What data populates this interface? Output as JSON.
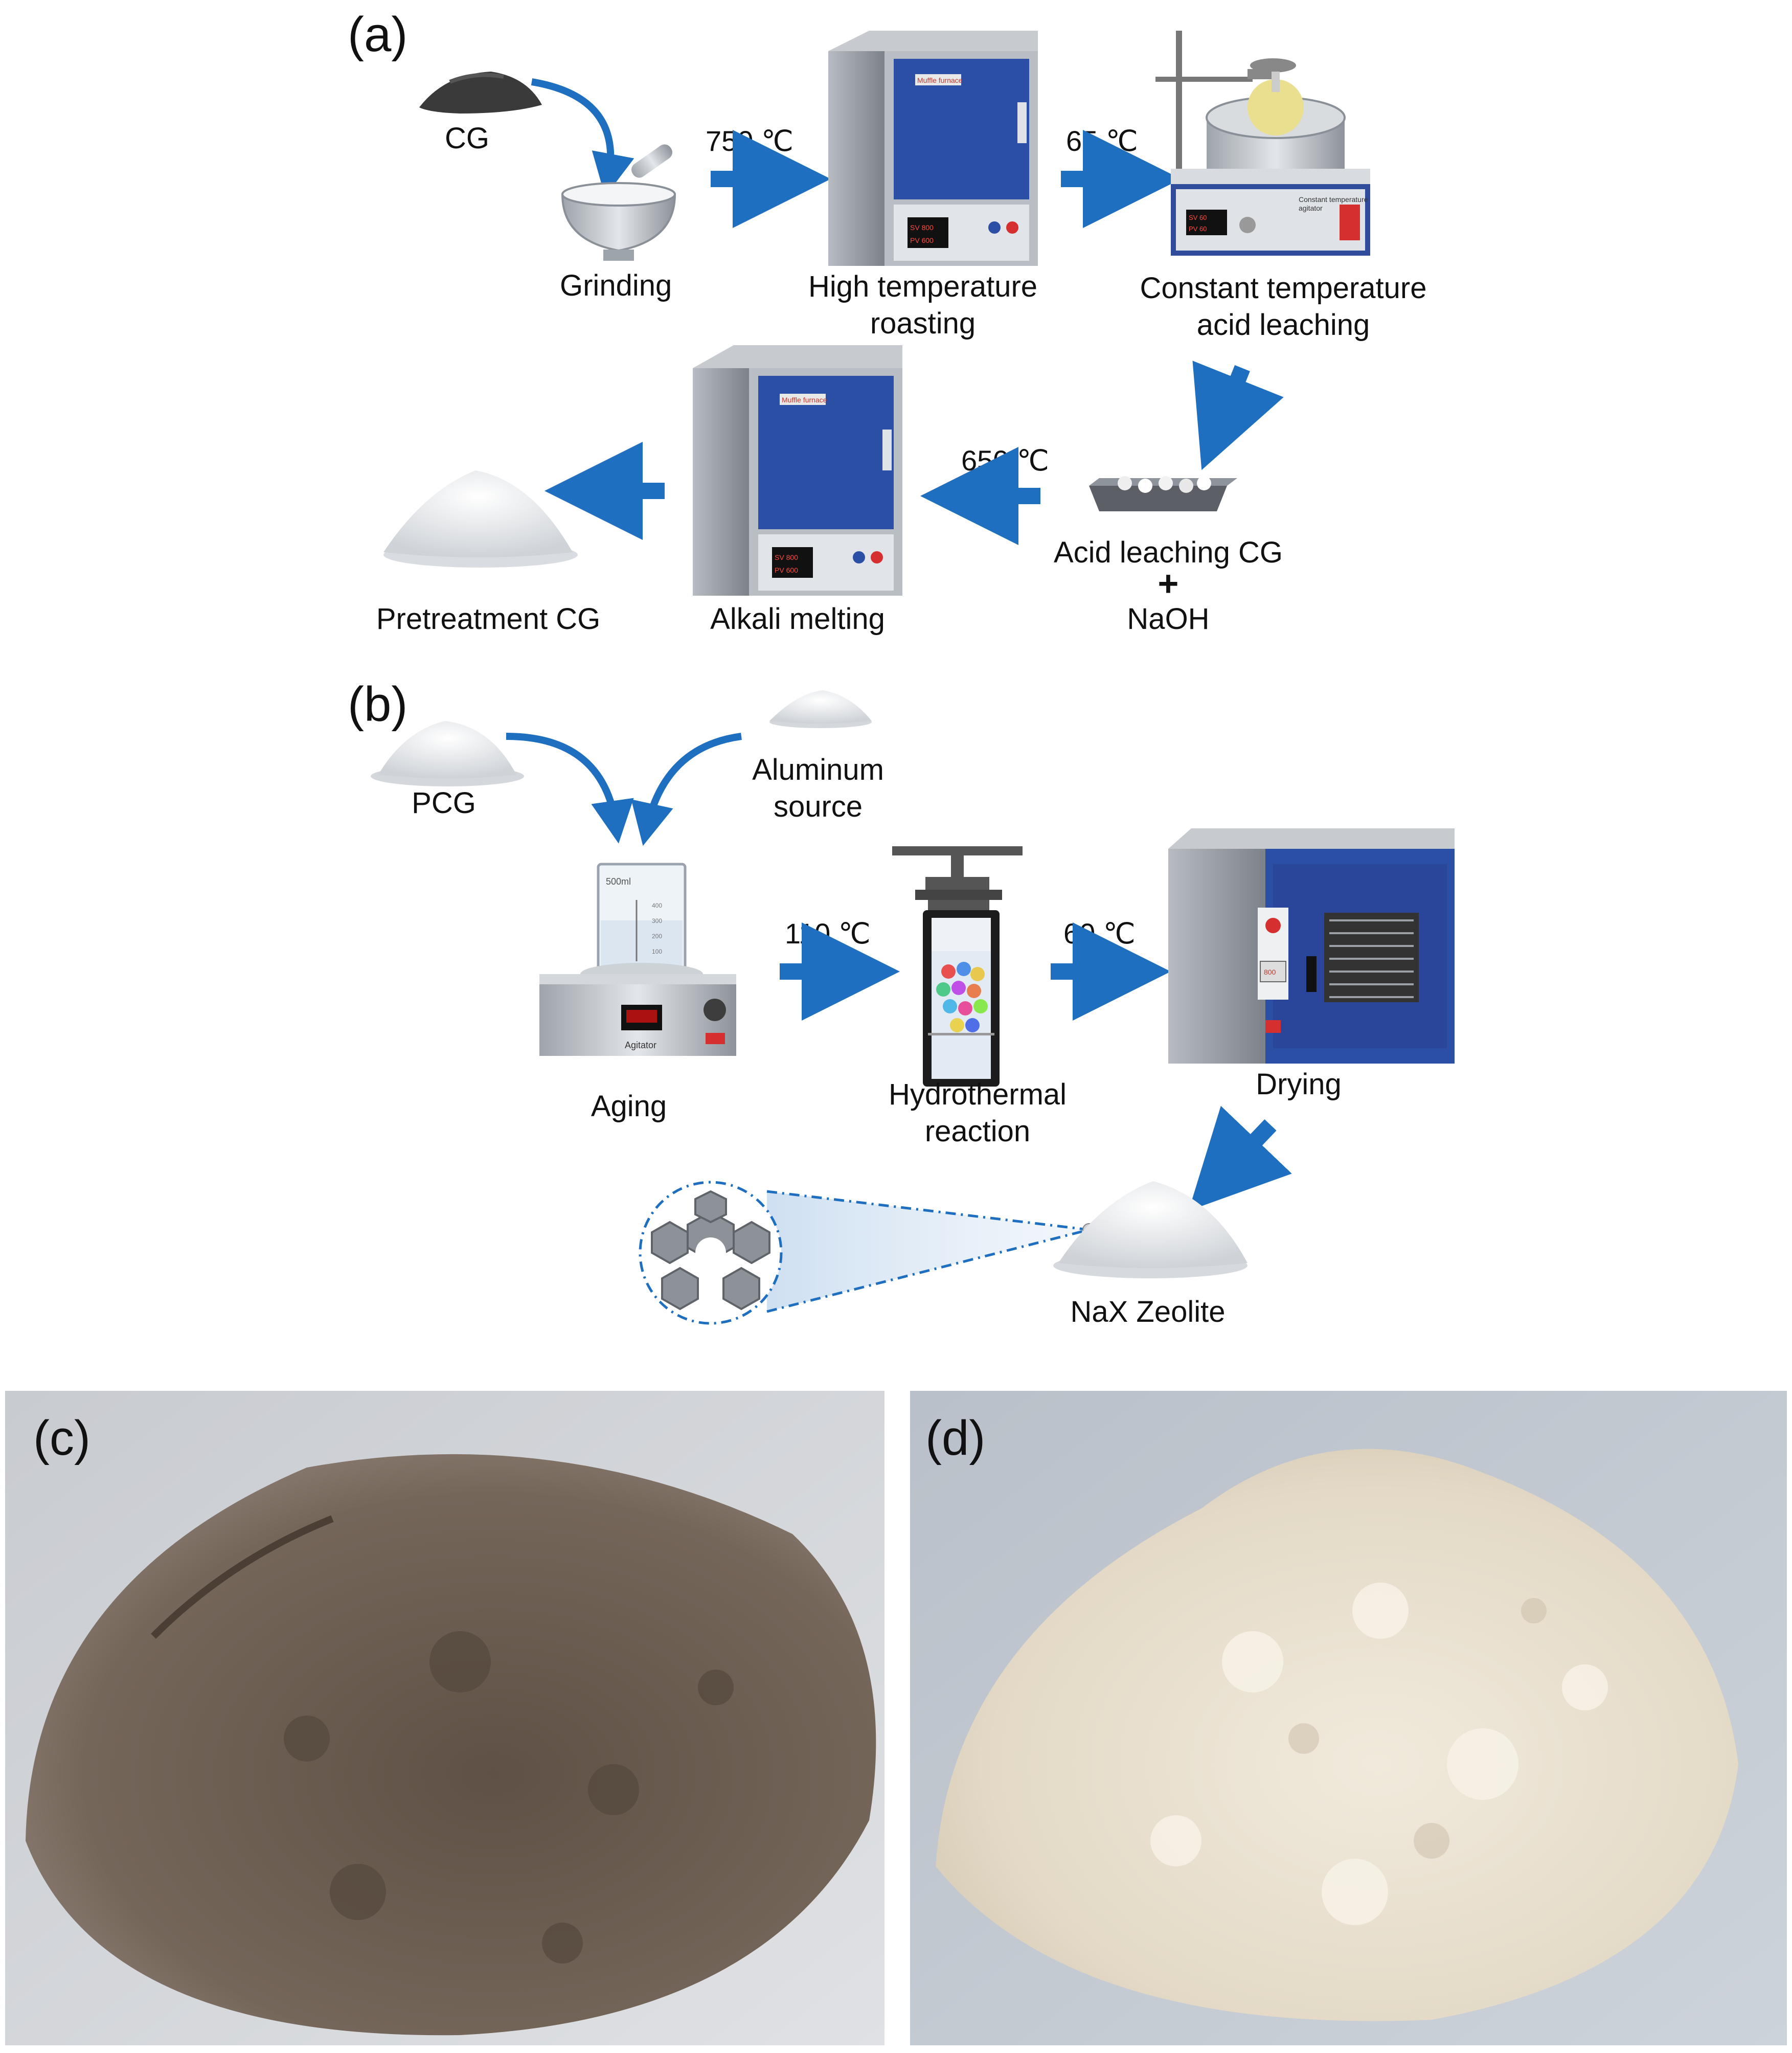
{
  "panels": {
    "a": "(a)",
    "b": "(b)",
    "c": "(c)",
    "d": "(d)"
  },
  "flow_a": {
    "cg": "CG",
    "grinding": "Grinding",
    "temp_roast": "750 ℃",
    "roasting_line1": "High temperature",
    "roasting_line2": "roasting",
    "temp_leach": "65 ℃",
    "leaching_line1": "Constant temperature",
    "leaching_line2": "acid leaching",
    "acid_cg": "Acid leaching CG",
    "plus": "+",
    "naoh": "NaOH",
    "temp_melt": "650 ℃",
    "alkali_melting": "Alkali melting",
    "pretreatment": "Pretreatment CG"
  },
  "flow_b": {
    "pcg": "PCG",
    "aluminum_line1": "Aluminum",
    "aluminum_line2": "source",
    "aging": "Aging",
    "temp_hydro": "110 ℃",
    "hydro_line1": "Hydrothermal",
    "hydro_line2": "reaction",
    "temp_dry": "60 ℃",
    "drying": "Drying",
    "product": "NaX Zeolite"
  },
  "equipment_text": {
    "muffle": "Muffle furnace",
    "sv_furnace": "SV 800",
    "pv_furnace": "PV 600",
    "agitator_title_1": "Constant temperature",
    "agitator_title_2": "agitator",
    "sv_agitator": "SV 60",
    "pv_agitator": "PV 60",
    "beaker_volume": "500ml",
    "beaker_ticks": [
      "400",
      "300",
      "200",
      "100"
    ],
    "stirrer_label": "Agitator",
    "oven_display": "800"
  },
  "colors": {
    "arrow": "#1f6fc0",
    "furnace_door": "#2c4fa6",
    "powder_c": "#6b5c50",
    "powder_d": "#e8dfcf",
    "background_photo": "#c9cfd6"
  }
}
